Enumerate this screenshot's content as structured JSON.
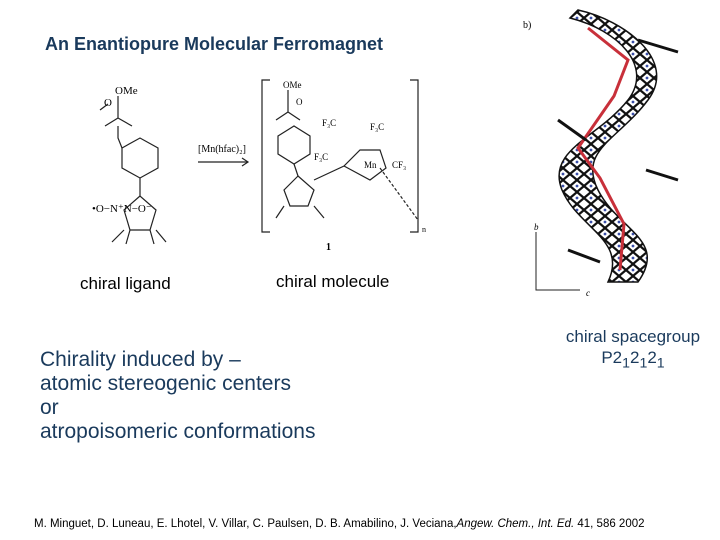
{
  "title": "An Enantiopure Molecular Ferromagnet",
  "scheme": {
    "reagent": "[Mn(hfac)₂]",
    "compound_number": "1",
    "panel_label": "b)",
    "axis_b": "b",
    "axis_c": "c",
    "subscript_n": "n",
    "ome_left": "OMe",
    "ome_right": "OMe",
    "o_left": "O",
    "o_right": "O",
    "cf3_1": "F₃C",
    "cf3_2": "F₃C",
    "cf3_3": "F₃C",
    "cf3_4": "CF₃",
    "mn": "Mn",
    "nitroxide": "•O−N⁺N−O⁻"
  },
  "labels": {
    "chiral_ligand": "chiral ligand",
    "chiral_molecule": "chiral molecule"
  },
  "chirality": {
    "line1": "Chirality induced by –",
    "line2": "atomic stereogenic centers",
    "line3": "or",
    "line4": "atropoisomeric conformations"
  },
  "spacegroup": {
    "line1": "chiral spacegroup",
    "prefix": "P2",
    "sub": "1"
  },
  "citation": {
    "authors": "M. Minguet, D. Luneau, E. Lhotel, V. Villar, C. Paulsen, D. B. Amabilino, J. Veciana,",
    "journal": "Angew. Chem., Int. Ed.",
    "volume_pages": " 41, 586 2002"
  }
}
